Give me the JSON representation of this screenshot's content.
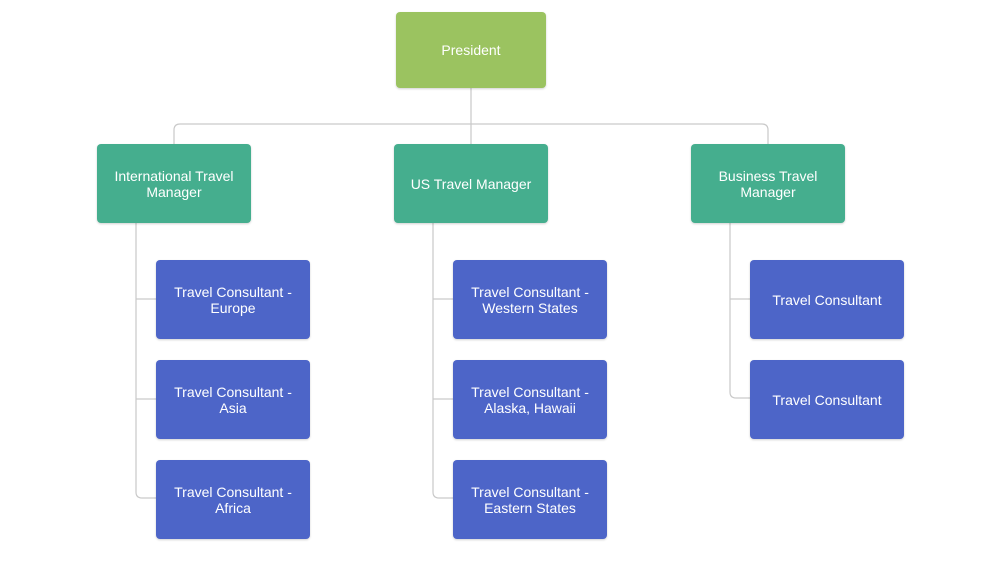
{
  "colors": {
    "root": "#9bc360",
    "manager": "#45ae8e",
    "consultant": "#4d65c8",
    "connector": "#c9c9c9"
  },
  "org": {
    "president": "President",
    "managers": [
      {
        "title": "International Travel Manager",
        "consultants": [
          "Travel Consultant - Europe",
          "Travel Consultant - Asia",
          "Travel Consultant - Africa"
        ]
      },
      {
        "title": "US Travel Manager",
        "consultants": [
          "Travel Consultant - Western States",
          "Travel Consultant - Alaska, Hawaii",
          "Travel Consultant - Eastern States"
        ]
      },
      {
        "title": "Business Travel Manager",
        "consultants": [
          "Travel Consultant",
          "Travel Consultant"
        ]
      }
    ]
  }
}
